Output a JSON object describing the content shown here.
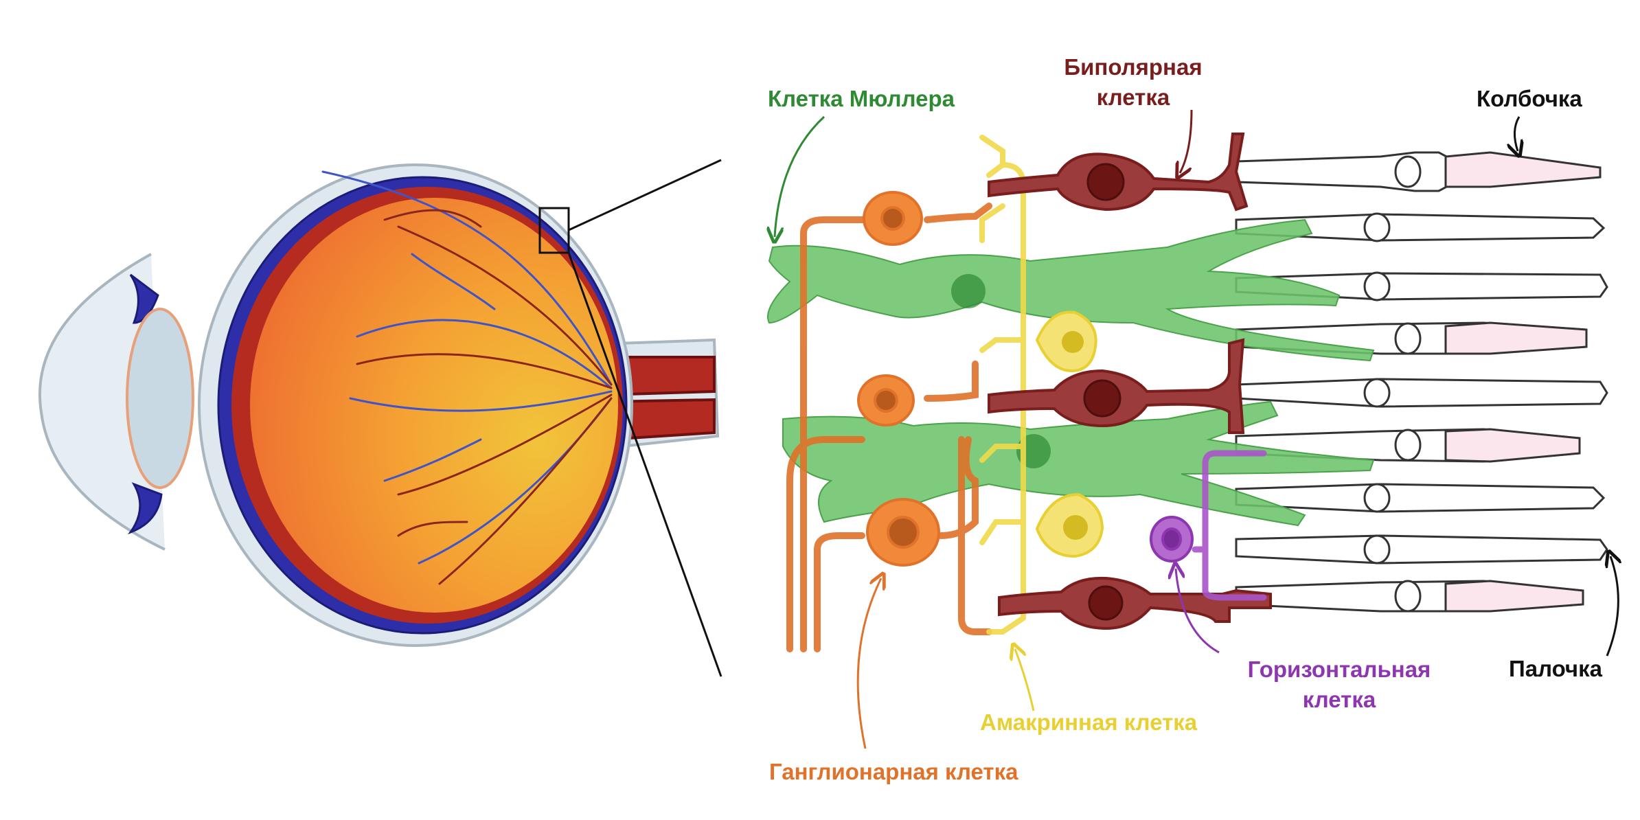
{
  "labels": {
    "muller": "Клетка Мюллера",
    "bipolar_line1": "Биполярная",
    "bipolar_line2": "клетка",
    "cone": "Колбочка",
    "rod": "Палочка",
    "horizontal_line1": "Горизонтальная",
    "horizontal_line2": "клетка",
    "amacrine": "Амакринная клетка",
    "ganglion": "Ганглионарная клетка"
  },
  "colors": {
    "muller": "#2f8a34",
    "bipolar": "#7a1d1d",
    "cone": "#111111",
    "horizontal": "#8e35b0",
    "amacrine": "#e8cf32",
    "ganglion": "#e0722a"
  },
  "icons": [
    "eyeball-cross-section",
    "retina-cells",
    "pointer-arrow"
  ]
}
